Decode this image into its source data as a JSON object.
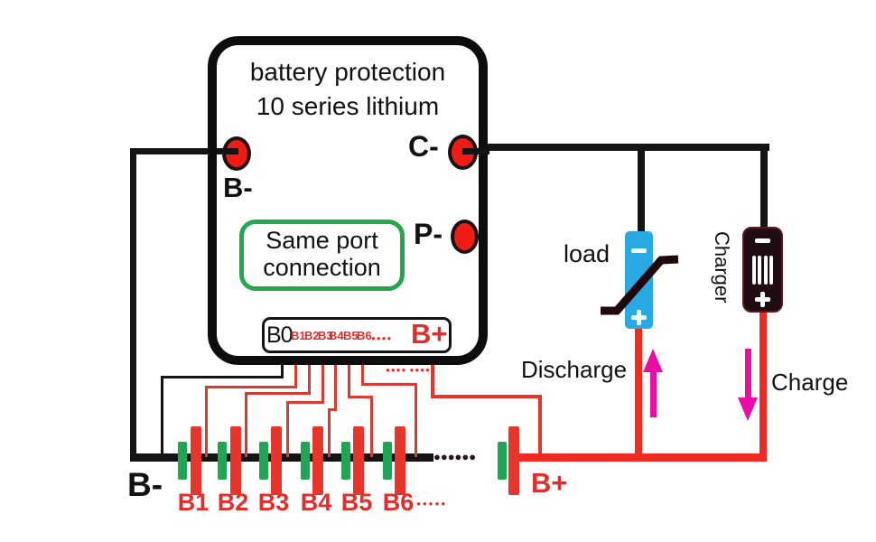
{
  "board": {
    "title_line1": "battery protection",
    "title_line2": "10 series lithium",
    "note_line1": "Same port",
    "note_line2": "connection",
    "terminal_b_minus": "B-",
    "terminal_c_minus": "C-",
    "terminal_p_minus": "P-"
  },
  "connector": {
    "b0": "B0",
    "pins": [
      "B1",
      "B2",
      "B3",
      "B4",
      "B5",
      "B6"
    ],
    "dots": "●●●●",
    "wire_dots": "●●●● ●●●●",
    "b_plus": "B+"
  },
  "battery": {
    "cells": [
      "B1",
      "B2",
      "B3",
      "B4",
      "B5",
      "B6"
    ],
    "cell_dots": "●●●●●",
    "series_dots": "●●●●●●",
    "b_minus": "B-",
    "b_plus": "B+"
  },
  "circuit": {
    "load": "load",
    "charger": "Charger",
    "discharge": "Discharge",
    "charge": "Charge"
  },
  "colors": {
    "wire_black": "#141414",
    "sense_red": "#d93b31",
    "bus_red": "#ee2a21",
    "terminal_red": "#ee1c15",
    "note_green": "#23a84e",
    "load_blue": "#29a9e2",
    "charger_dark": "#200d12",
    "arrow_magenta": "#ea0ca6",
    "label_red": "#e32d2a",
    "cell_green": "#1fa654"
  }
}
